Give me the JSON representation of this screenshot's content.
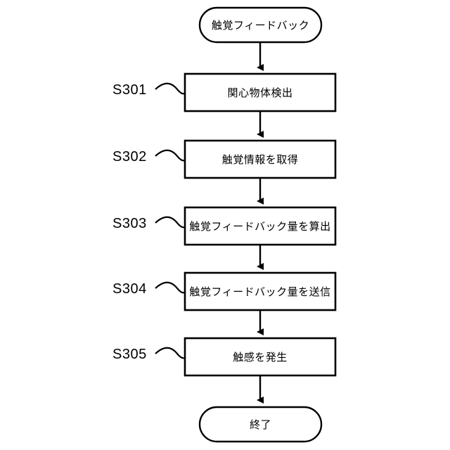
{
  "diagram": {
    "type": "flowchart",
    "title_text": "",
    "orientation": "top-to-bottom",
    "colors": {
      "background": "#ffffff",
      "stroke": "#000000",
      "fill": "#ffffff",
      "text": "#000000"
    },
    "start": {
      "shape": "rounded-terminal",
      "label": "触覚フィードバック"
    },
    "end": {
      "shape": "rounded-terminal",
      "label": "終了"
    },
    "steps": [
      {
        "id": "S301",
        "label": "関心物体検出"
      },
      {
        "id": "S302",
        "label": "触覚情報を取得"
      },
      {
        "id": "S303",
        "label": "触覚フィードバック量を算出"
      },
      {
        "id": "S304",
        "label": "触覚フィードバック量を送信"
      },
      {
        "id": "S305",
        "label": "触感を発生"
      }
    ]
  }
}
